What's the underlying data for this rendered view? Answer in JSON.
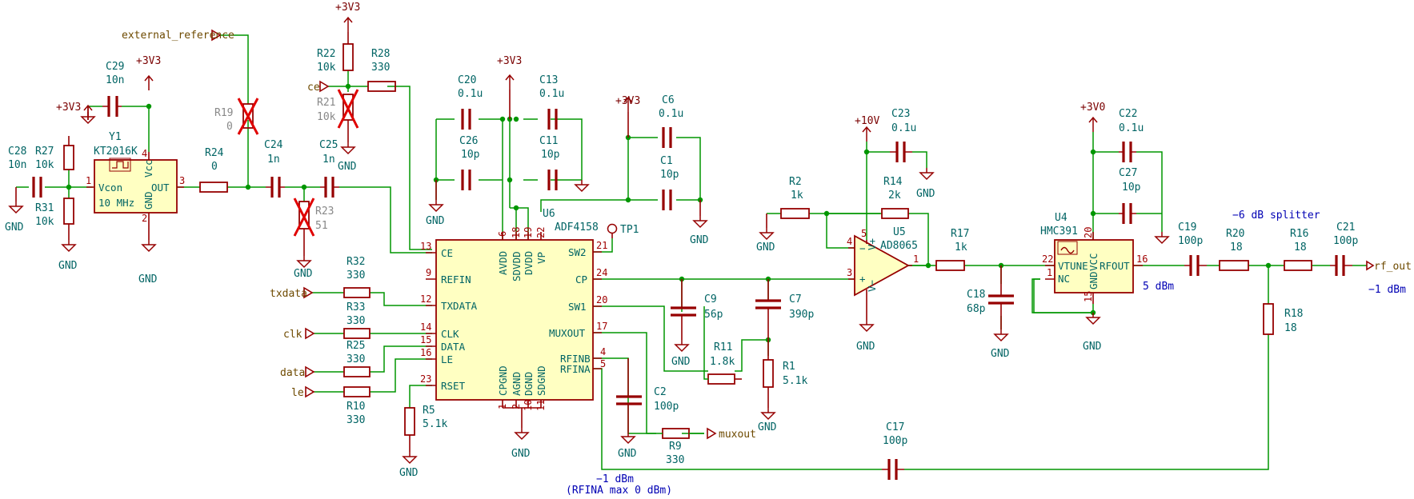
{
  "power": {
    "p3v3": "+3V3",
    "p10v": "+10V",
    "p3v0": "+3V0",
    "gnd": "GND"
  },
  "nets": {
    "external_reference": "external_reference",
    "ce": "ce",
    "txdata": "txdata",
    "clk": "clk",
    "data": "data",
    "le": "le",
    "muxout": "muxout",
    "rf_out": "rf_out",
    "tp1": "TP1"
  },
  "parts": {
    "C29": {
      "ref": "C29",
      "val": "10n"
    },
    "C28": {
      "ref": "C28",
      "val": "10n"
    },
    "R27": {
      "ref": "R27",
      "val": "10k"
    },
    "R31": {
      "ref": "R31",
      "val": "10k"
    },
    "Y1": {
      "ref": "Y1",
      "val": "KT2016K",
      "freq": "10 MHz",
      "vcon": "Vcon",
      "vcc": "Vcc",
      "out": "OUT",
      "gnd": "GND",
      "p1": "1",
      "p2": "2",
      "p3": "3",
      "p4": "4"
    },
    "R24": {
      "ref": "R24",
      "val": "0"
    },
    "R19": {
      "ref": "R19",
      "val": "0"
    },
    "C24": {
      "ref": "C24",
      "val": "1n"
    },
    "C25": {
      "ref": "C25",
      "val": "1n"
    },
    "R23": {
      "ref": "R23",
      "val": "51"
    },
    "R22": {
      "ref": "R22",
      "val": "10k"
    },
    "R28": {
      "ref": "R28",
      "val": "330"
    },
    "R21": {
      "ref": "R21",
      "val": "10k"
    },
    "R32": {
      "ref": "R32",
      "val": "330"
    },
    "R33": {
      "ref": "R33",
      "val": "330"
    },
    "R25": {
      "ref": "R25",
      "val": "330"
    },
    "R10": {
      "ref": "R10",
      "val": "330"
    },
    "R5": {
      "ref": "R5",
      "val": "5.1k"
    },
    "C20": {
      "ref": "C20",
      "val": "0.1u"
    },
    "C26": {
      "ref": "C26",
      "val": "10p"
    },
    "C13": {
      "ref": "C13",
      "val": "0.1u"
    },
    "C11": {
      "ref": "C11",
      "val": "10p"
    },
    "C6": {
      "ref": "C6",
      "val": "0.1u"
    },
    "C1": {
      "ref": "C1",
      "val": "10p"
    },
    "U6": {
      "ref": "U6",
      "val": "ADF4158"
    },
    "C9": {
      "ref": "C9",
      "val": "56p"
    },
    "C7": {
      "ref": "C7",
      "val": "390p"
    },
    "R11": {
      "ref": "R11",
      "val": "1.8k"
    },
    "R1": {
      "ref": "R1",
      "val": "5.1k"
    },
    "C2": {
      "ref": "C2",
      "val": "100p"
    },
    "R9": {
      "ref": "R9",
      "val": "330"
    },
    "R2": {
      "ref": "R2",
      "val": "1k"
    },
    "R14": {
      "ref": "R14",
      "val": "2k"
    },
    "C23": {
      "ref": "C23",
      "val": "0.1u"
    },
    "U5": {
      "ref": "U5",
      "val": "AD8065"
    },
    "R17": {
      "ref": "R17",
      "val": "1k"
    },
    "C18": {
      "ref": "C18",
      "val": "68p"
    },
    "U4": {
      "ref": "U4",
      "val": "HMC391"
    },
    "C22": {
      "ref": "C22",
      "val": "0.1u"
    },
    "C27": {
      "ref": "C27",
      "val": "10p"
    },
    "C19": {
      "ref": "C19",
      "val": "100p"
    },
    "R20": {
      "ref": "R20",
      "val": "18"
    },
    "R16": {
      "ref": "R16",
      "val": "18"
    },
    "R18": {
      "ref": "R18",
      "val": "18"
    },
    "C21": {
      "ref": "C21",
      "val": "100p"
    },
    "C17": {
      "ref": "C17",
      "val": "100p"
    }
  },
  "u6_pins": {
    "ce": "CE",
    "refin": "REFIN",
    "txdata": "TXDATA",
    "clk": "CLK",
    "data": "DATA",
    "le": "LE",
    "rset": "RSET",
    "sw2": "SW2",
    "cp": "CP",
    "sw1": "SW1",
    "muxout": "MUXOUT",
    "rfinb": "RFINB",
    "rfina": "RFINA",
    "avdd": "AVDD",
    "sdvdd": "SDVDD",
    "dvdd": "DVDD",
    "vp": "VP",
    "cpgnd": "CPGND",
    "agnd": "AGND",
    "dgnd": "DGND",
    "sdgnd": "SDGND",
    "n13": "13",
    "n9": "9",
    "n12": "12",
    "n14": "14",
    "n15": "15",
    "n16": "16",
    "n23": "23",
    "n21": "21",
    "n24": "24",
    "n20": "20",
    "n17": "17",
    "n4": "4",
    "n5": "5",
    "n6": "6",
    "n18": "18",
    "n19": "19",
    "n22": "22",
    "n1": "1",
    "n2": "2",
    "n10": "10",
    "n11": "11"
  },
  "u5_pins": {
    "n4": "4",
    "n3": "3",
    "n5": "5",
    "n1": "1",
    "minus": "−",
    "plus": "+",
    "vm": "V−",
    "vp": "V+"
  },
  "u4_pins": {
    "vtune": "VTUNE",
    "nc": "NC",
    "gnd": "GND",
    "vcc": "VCC",
    "rfout": "RFOUT",
    "n22": "22",
    "n1": "1",
    "n15": "15",
    "n20": "20",
    "n16": "16"
  },
  "notes": {
    "splitter": "−6 dB splitter",
    "vco_level": "5 dBm",
    "out_level": "−1 dBm",
    "rfina_level": "−1 dBm",
    "rfina_max": "(RFINA max 0 dBm)"
  }
}
